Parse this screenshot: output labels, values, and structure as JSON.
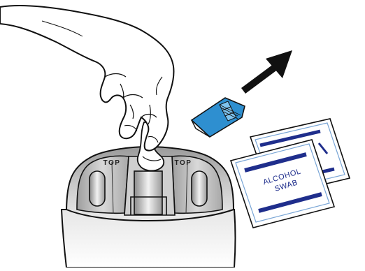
{
  "illustration": {
    "reader": {
      "left_label": "TOP",
      "right_label": "TOP"
    },
    "swab_packet": {
      "front_line1": "ALCOHOL",
      "front_line2": "SWAB"
    },
    "icons": [
      "hand-icon",
      "arrow-icon",
      "sd-card-icon",
      "alcohol-swab-icon"
    ],
    "colors": {
      "card_blue": "#2e8fd0",
      "swab_stripe": "#1f2e8c",
      "swab_text": "#1f2e8c",
      "device_gray": "#bfbfbf",
      "outline": "#111111"
    }
  }
}
